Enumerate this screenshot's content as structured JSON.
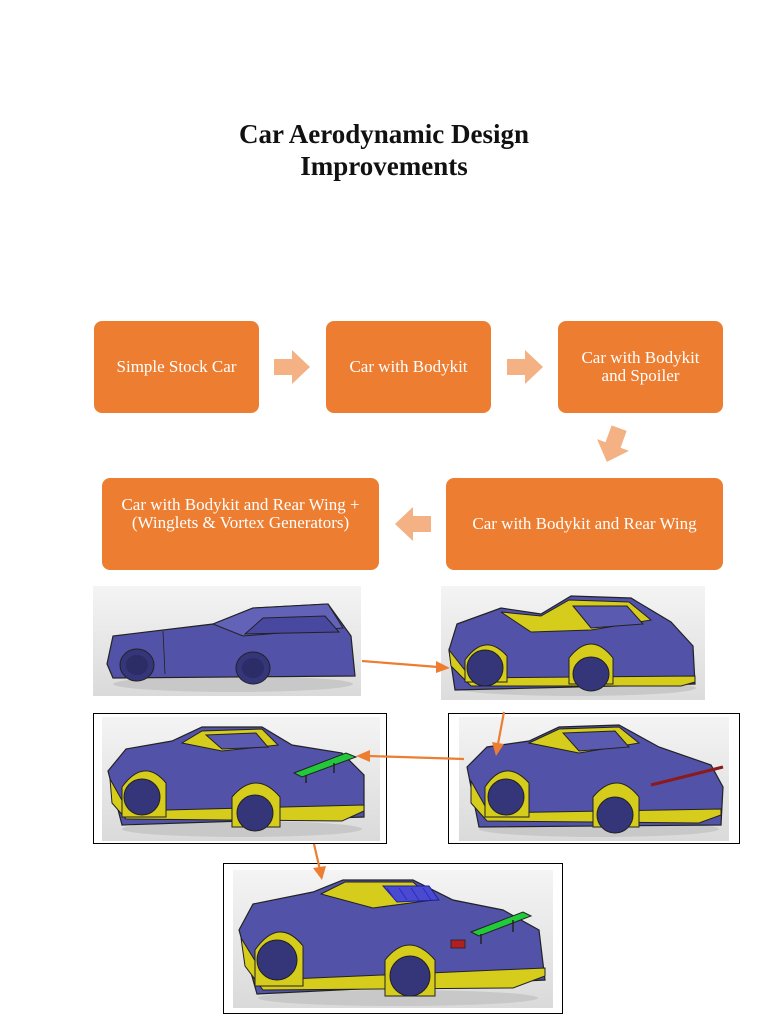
{
  "title": {
    "line1": "Car Aerodynamic Design",
    "line2": "Improvements"
  },
  "flow": {
    "steps": [
      {
        "label": "Simple Stock Car"
      },
      {
        "label": "Car with Bodykit"
      },
      {
        "label": "Car with Bodykit and Spoiler"
      },
      {
        "label": "Car with Bodykit and Rear Wing"
      },
      {
        "label": "Car with Bodykit and Rear Wing + (Winglets & Vortex Generators)"
      }
    ],
    "colors": {
      "box": "#ed7d31",
      "flow_arrow": "#f4b183",
      "connector_arrow": "#ed7d31"
    }
  },
  "images": {
    "body_color": "#5252a8",
    "kit_color": "#d6cc1c",
    "items": [
      {
        "name": "simple-stock-car-render",
        "icon": "car-render"
      },
      {
        "name": "bodykit-car-render",
        "icon": "car-render"
      },
      {
        "name": "spoiler-car-render",
        "icon": "car-render"
      },
      {
        "name": "rear-wing-car-render",
        "icon": "car-render"
      },
      {
        "name": "winglets-vortex-car-render",
        "icon": "car-render"
      }
    ]
  }
}
